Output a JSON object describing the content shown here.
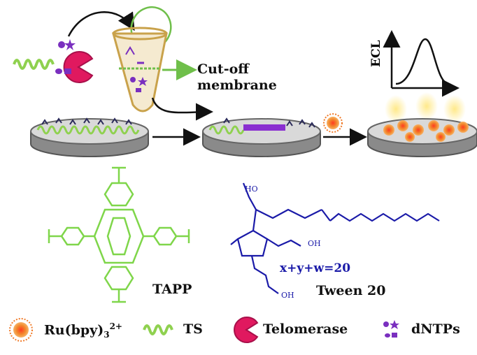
{
  "labels": {
    "membrane_line1": "Cut-off",
    "membrane_line2": "membrane",
    "ecl_axis": "ECL",
    "tapp": "TAPP",
    "tween": "Tween 20",
    "equation": "x+y+w=20"
  },
  "legend": {
    "ru_main": "Ru(bpy)",
    "ru_sub": "3",
    "ru_sup": "2+",
    "ts": "TS",
    "telomerase": "Telomerase",
    "dntps": "dNTPs"
  },
  "colors": {
    "ts_green": "#8fd14f",
    "telomerase_pink": "#e0195f",
    "dntp_purple": "#7a2fbf",
    "ru_orange": "#f07b2a",
    "tapp_green": "#7fd64a",
    "tween_blue": "#1a1aa8",
    "tube_tan": "#c9a24b",
    "arrow_green": "#6fbf4a",
    "disk_gray": "#8a8a8a"
  },
  "icons": [
    "ts-strand-icon",
    "telomerase-pacman-icon",
    "dntps-icon",
    "ru-complex-icon",
    "ecl-peak-icon",
    "centrifuge-tube-icon"
  ]
}
